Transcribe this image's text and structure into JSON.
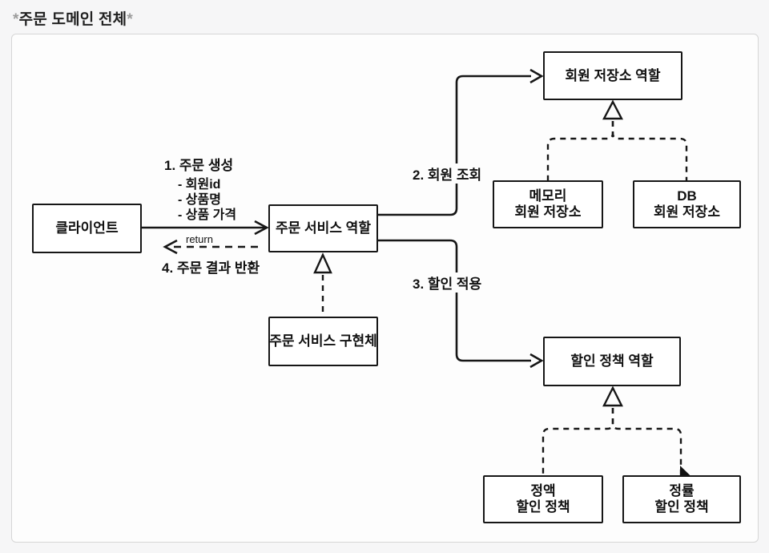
{
  "page": {
    "title": {
      "prefix": "*",
      "text": "주문 도메인 전체",
      "suffix": "*"
    }
  },
  "diagram": {
    "nodes": {
      "client": {
        "label": "클라이언트"
      },
      "order_service_role": {
        "label": "주문 서비스 역할"
      },
      "order_service_impl": {
        "label": "주문 서비스 구현체"
      },
      "member_repo_role": {
        "label": "회원 저장소 역할"
      },
      "memory_member_repo": {
        "line1": "메모리",
        "line2": "회원 저장소"
      },
      "db_member_repo": {
        "line1": "DB",
        "line2": "회원 저장소"
      },
      "discount_policy_role": {
        "label": "할인 정책 역할"
      },
      "fixed_discount_policy": {
        "line1": "정액",
        "line2": "할인 정책"
      },
      "rate_discount_policy": {
        "line1": "정률",
        "line2": "할인 정책"
      }
    },
    "labels": {
      "step1": "1. 주문 생성",
      "step1_items": [
        "- 회원id",
        "- 상품명",
        "- 상품 가격"
      ],
      "return_label": "return",
      "step4": "4. 주문 결과 반환",
      "step2": "2. 회원 조회",
      "step3": "3. 할인 적용"
    },
    "colors": {
      "line": "#161616",
      "box_border": "#161616",
      "box_bg": "#ffffff",
      "canvas_bg": "#fdfdfd",
      "canvas_border": "#d6d6d6",
      "page_bg": "#f6f6f7",
      "title_asterisk": "#9b9b9b"
    }
  }
}
